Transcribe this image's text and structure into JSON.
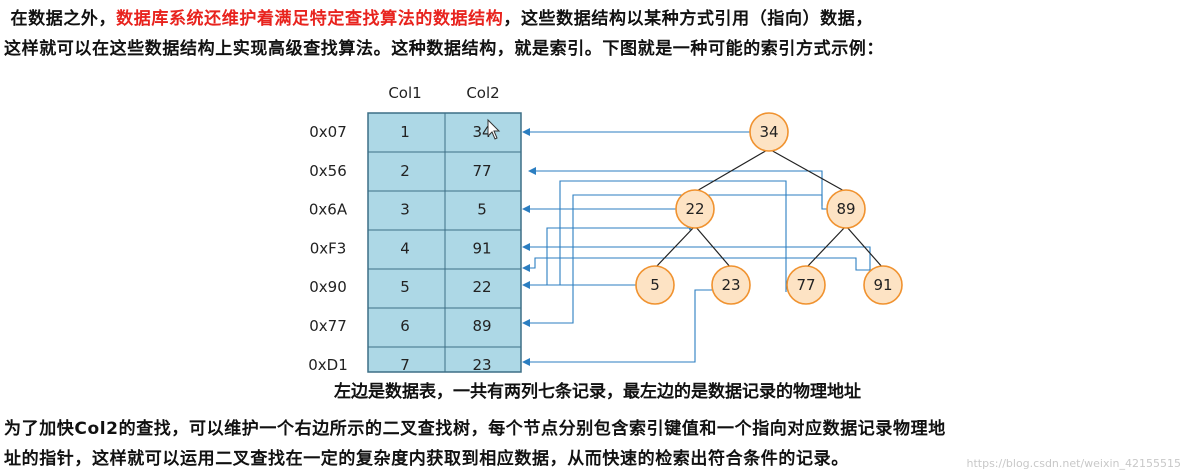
{
  "intro": {
    "lead": "在数据之外，",
    "highlight": "数据库系统还维护着满足特定查找算法的数据结构",
    "tail": "，这些数据结构以某种方式引用（指向）数据，",
    "line2": "这样就可以在这些数据结构上实现高级查找算法。这种数据结构，就是索引。下图就是一种可能的索引方式示例："
  },
  "table": {
    "headers": [
      "Col1",
      "Col2"
    ],
    "rows": [
      {
        "addr": "0x07",
        "col1": "1",
        "col2": "34"
      },
      {
        "addr": "0x56",
        "col1": "2",
        "col2": "77"
      },
      {
        "addr": "0x6A",
        "col1": "3",
        "col2": "5"
      },
      {
        "addr": "0xF3",
        "col1": "4",
        "col2": "91"
      },
      {
        "addr": "0x90",
        "col1": "5",
        "col2": "22"
      },
      {
        "addr": "0x77",
        "col1": "6",
        "col2": "89"
      },
      {
        "addr": "0xD1",
        "col1": "7",
        "col2": "23"
      }
    ]
  },
  "tree": {
    "nodes": [
      {
        "id": "n34",
        "key": "34"
      },
      {
        "id": "n22",
        "key": "22"
      },
      {
        "id": "n89",
        "key": "89"
      },
      {
        "id": "n5",
        "key": "5"
      },
      {
        "id": "n23",
        "key": "23"
      },
      {
        "id": "n77",
        "key": "77"
      },
      {
        "id": "n91",
        "key": "91"
      }
    ]
  },
  "caption": "左边是数据表，一共有两列七条记录，最左边的是数据记录的物理地址",
  "explain": {
    "line1": "为了加快Col2的查找，可以维护一个右边所示的二叉查找树，每个节点分别包含索引键值和一个指向对应数据记录物理地",
    "line2": "址的指针，这样就可以运用二叉查找在一定的复杂度内获取到相应数据，从而快速的检索出符合条件的记录。"
  },
  "watermark": "https://blog.csdn.net/weixin_42155515",
  "colors": {
    "highlight": "#e8231e",
    "table_fill": "#add8e6",
    "node_fill": "#fde3c4",
    "node_stroke": "#f0922f",
    "pointer": "#2b7ec1"
  }
}
